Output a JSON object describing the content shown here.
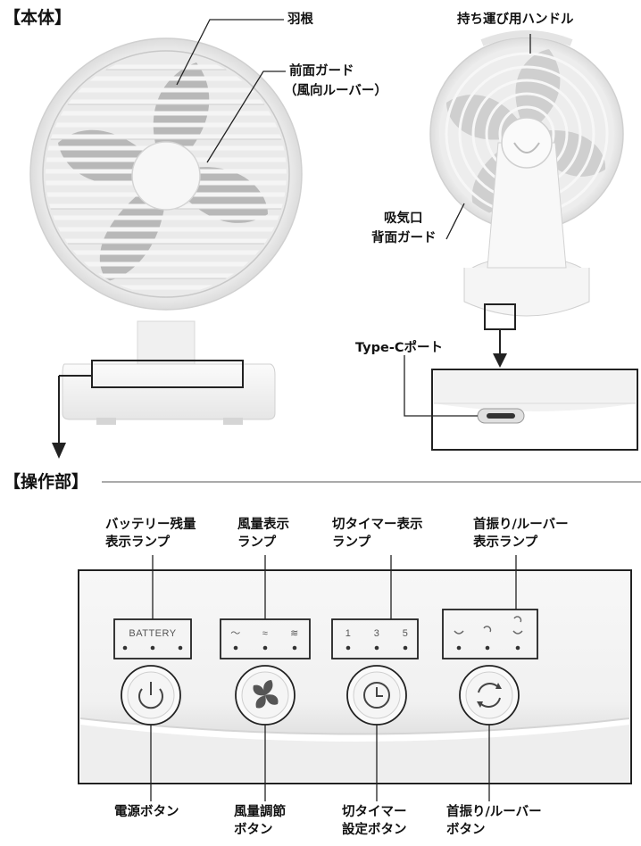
{
  "sections": {
    "body": "【本体】",
    "control": "【操作部】"
  },
  "labels": {
    "blade": "羽根",
    "front_guard_1": "前面ガード",
    "front_guard_2": "（風向ルーバー）",
    "handle": "持ち運び用ハンドル",
    "intake_1": "吸気口",
    "intake_2": "背面ガード",
    "typec": "Type-Cポート"
  },
  "top_labels": [
    [
      "バッテリー残量",
      "表示ランプ"
    ],
    [
      "風量表示",
      "ランプ"
    ],
    [
      "切タイマー表示",
      "ランプ"
    ],
    [
      "首振り/ルーバー",
      "表示ランプ"
    ]
  ],
  "bottom_labels": [
    [
      "電源ボタン",
      ""
    ],
    [
      "風量調節",
      "ボタン"
    ],
    [
      "切タイマー",
      "設定ボタン"
    ],
    [
      "首振り/ルーバー",
      "ボタン"
    ]
  ],
  "panel": {
    "battery": "BATTERY",
    "timer": [
      "1",
      "3",
      "5"
    ],
    "wind_glyphs": [
      "〜",
      "≈",
      "≋"
    ]
  }
}
